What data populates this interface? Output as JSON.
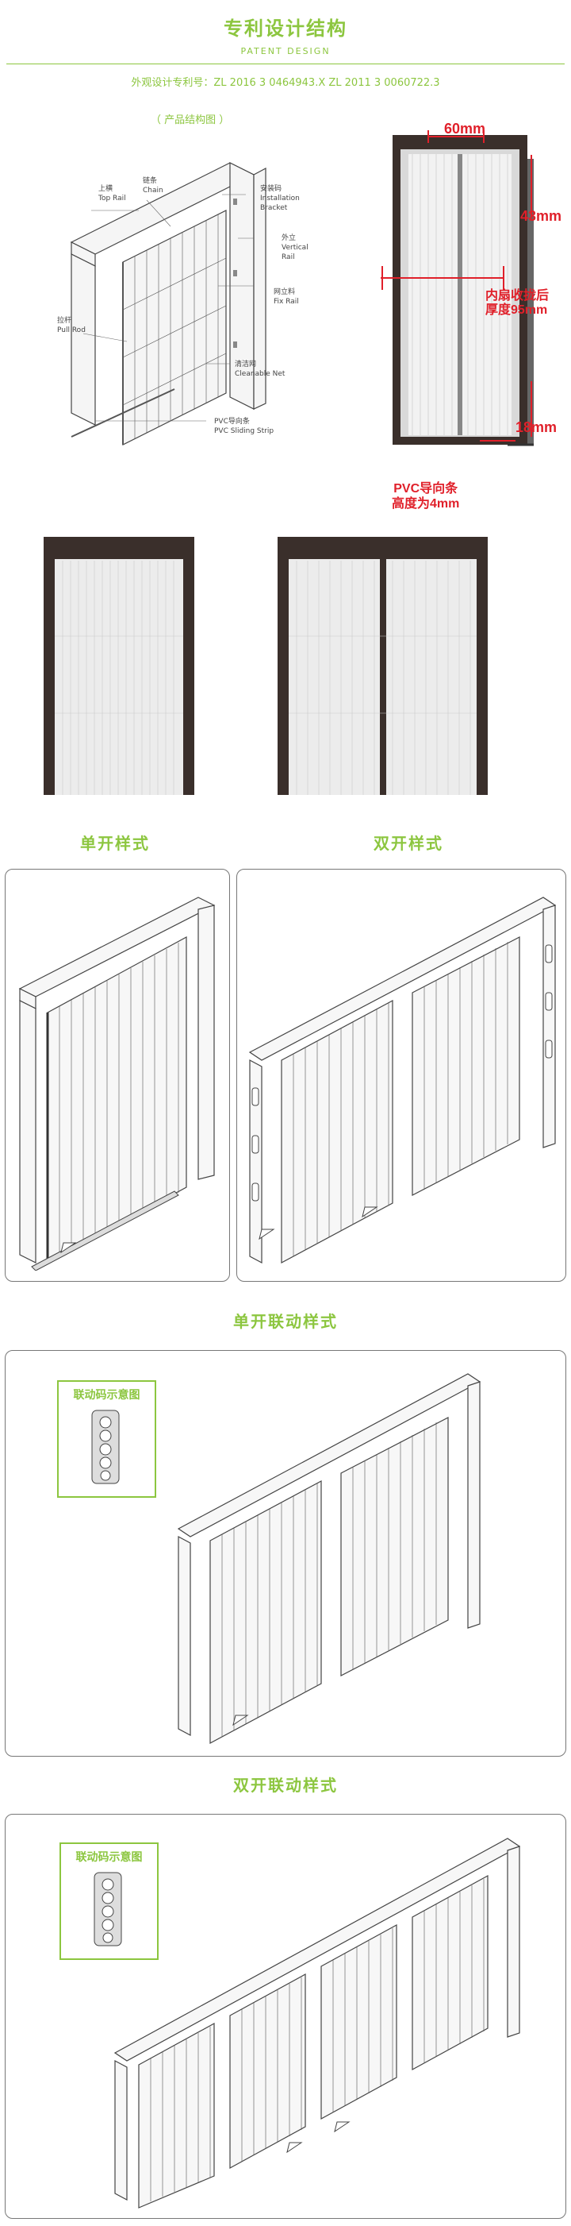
{
  "header": {
    "title": "专利设计结构",
    "subtitle": "PATENT DESIGN",
    "patent_numbers": "外观设计专利号：ZL 2016 3 0464943.X   ZL 2011 3  0060722.3"
  },
  "structure": {
    "label": "（ 产品结构图 ）",
    "parts": {
      "top_rail_cn": "上横",
      "top_rail_en": "Top Rail",
      "chain_cn": "链条",
      "chain_en": "Chain",
      "bracket_cn": "安装码",
      "bracket_en1": "Installation",
      "bracket_en2": "Bracket",
      "vertical_cn": "外立",
      "vertical_en1": "Vertical",
      "vertical_en2": "Rail",
      "fix_cn": "网立料",
      "fix_en": "Fix Rail",
      "pull_cn": "拉杆",
      "pull_en": "Pull Rod",
      "net_cn": "清洁网",
      "net_en": "Cleanable Net",
      "strip_cn": "PVC导向条",
      "strip_en": "PVC Sliding Strip"
    }
  },
  "dimensions": {
    "width": "60mm",
    "top": "43mm",
    "inner_line1": "内扇收拢后",
    "inner_line2": "厚度95mm",
    "bottom": "18mm",
    "pvc_line1": "PVC导向条",
    "pvc_line2": "高度为4mm"
  },
  "styles": {
    "single": "单开样式",
    "double": "双开样式",
    "single_linked": "单开联动样式",
    "double_linked": "双开联动样式",
    "linkage_label": "联动码示意图"
  }
}
